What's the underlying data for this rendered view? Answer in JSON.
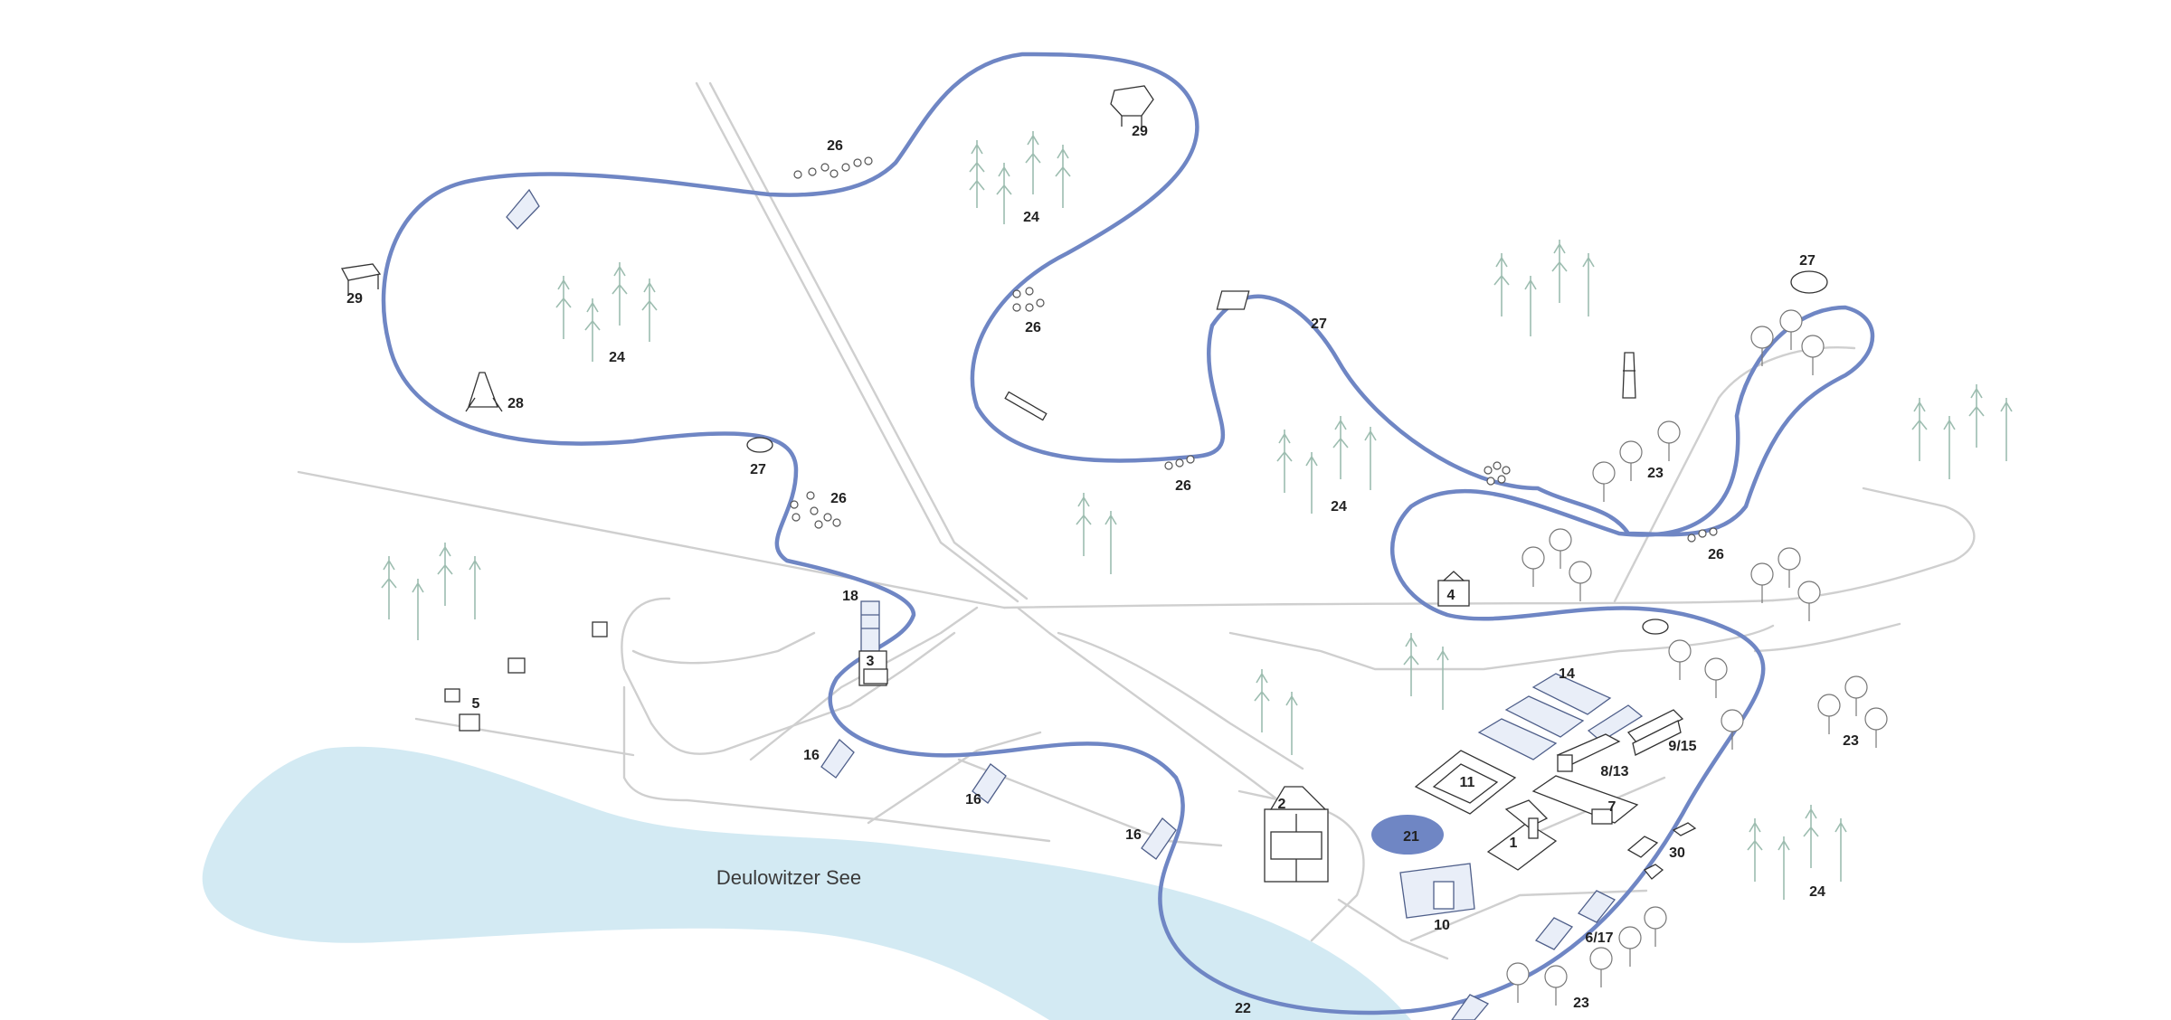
{
  "map": {
    "lake_name": "Deulowitzer See",
    "colors": {
      "lake": "#d3eaf3",
      "trail": "#6f86c4",
      "road": "#cfcfcf",
      "tree": "#9dbdb0",
      "highlight": "#6f86c4"
    },
    "markers": [
      {
        "id": "m-26-a",
        "text": "26"
      },
      {
        "id": "m-29-a",
        "text": "29"
      },
      {
        "id": "m-24-a",
        "text": "24"
      },
      {
        "id": "m-29-b",
        "text": "29"
      },
      {
        "id": "m-24-b",
        "text": "24"
      },
      {
        "id": "m-28",
        "text": "28"
      },
      {
        "id": "m-26-b",
        "text": "26"
      },
      {
        "id": "m-27-a",
        "text": "27"
      },
      {
        "id": "m-27-b",
        "text": "27"
      },
      {
        "id": "m-27-c",
        "text": "27"
      },
      {
        "id": "m-26-c",
        "text": "26"
      },
      {
        "id": "m-26-d",
        "text": "26"
      },
      {
        "id": "m-24-c",
        "text": "24"
      },
      {
        "id": "m-23-a",
        "text": "23"
      },
      {
        "id": "m-26-e",
        "text": "26"
      },
      {
        "id": "m-4",
        "text": "4"
      },
      {
        "id": "m-18",
        "text": "18"
      },
      {
        "id": "m-3",
        "text": "3"
      },
      {
        "id": "m-5",
        "text": "5"
      },
      {
        "id": "m-16-a",
        "text": "16"
      },
      {
        "id": "m-16-b",
        "text": "16"
      },
      {
        "id": "m-16-c",
        "text": "16"
      },
      {
        "id": "m-14",
        "text": "14"
      },
      {
        "id": "m-9-15",
        "text": "9/15"
      },
      {
        "id": "m-8-13",
        "text": "8/13"
      },
      {
        "id": "m-11",
        "text": "11"
      },
      {
        "id": "m-7",
        "text": "7"
      },
      {
        "id": "m-2",
        "text": "2"
      },
      {
        "id": "m-21",
        "text": "21"
      },
      {
        "id": "m-1",
        "text": "1"
      },
      {
        "id": "m-30",
        "text": "30"
      },
      {
        "id": "m-10",
        "text": "10"
      },
      {
        "id": "m-6-17",
        "text": "6/17"
      },
      {
        "id": "m-23-b",
        "text": "23"
      },
      {
        "id": "m-24-d",
        "text": "24"
      },
      {
        "id": "m-22",
        "text": "22"
      },
      {
        "id": "m-23-c",
        "text": "23"
      }
    ]
  }
}
